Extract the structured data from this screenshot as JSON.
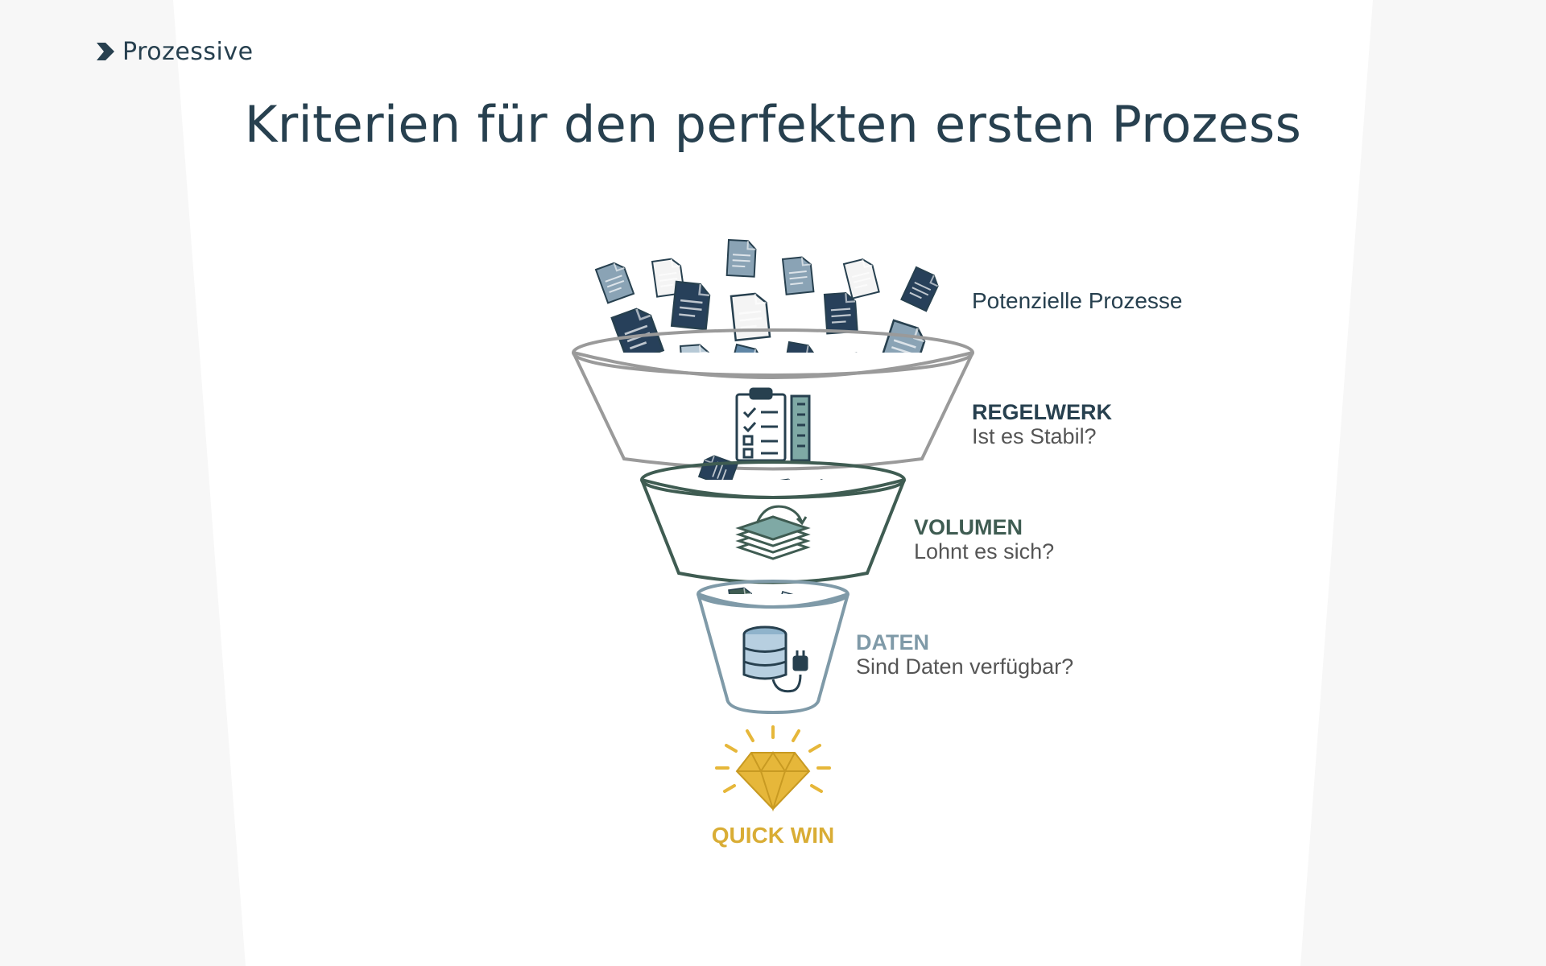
{
  "brand": {
    "name": "Prozessive",
    "icon": "chevron-right-icon"
  },
  "title": "Kriterien für den perfekten ersten Prozess",
  "funnel": {
    "top_label": "Potenzielle Prozesse",
    "stages": [
      {
        "heading": "REGELWERK",
        "question": "Ist es Stabil?",
        "icon": "clipboard-checklist-icon",
        "color": "#27404f"
      },
      {
        "heading": "VOLUMEN",
        "question": "Lohnt es sich?",
        "icon": "document-stack-icon",
        "color": "#3f5c52"
      },
      {
        "heading": "DATEN",
        "question": "Sind Daten verfügbar?",
        "icon": "database-plug-icon",
        "color": "#7f9aa8"
      }
    ],
    "result": {
      "label": "QUICK WIN",
      "icon": "diamond-icon",
      "color": "#d9ad35"
    }
  },
  "colors": {
    "primary": "#27404f",
    "accent_gold": "#e6b73a",
    "funnel_gray": "#9a9a9a",
    "funnel_green": "#3f5c52",
    "funnel_blue": "#7f9aa8"
  }
}
